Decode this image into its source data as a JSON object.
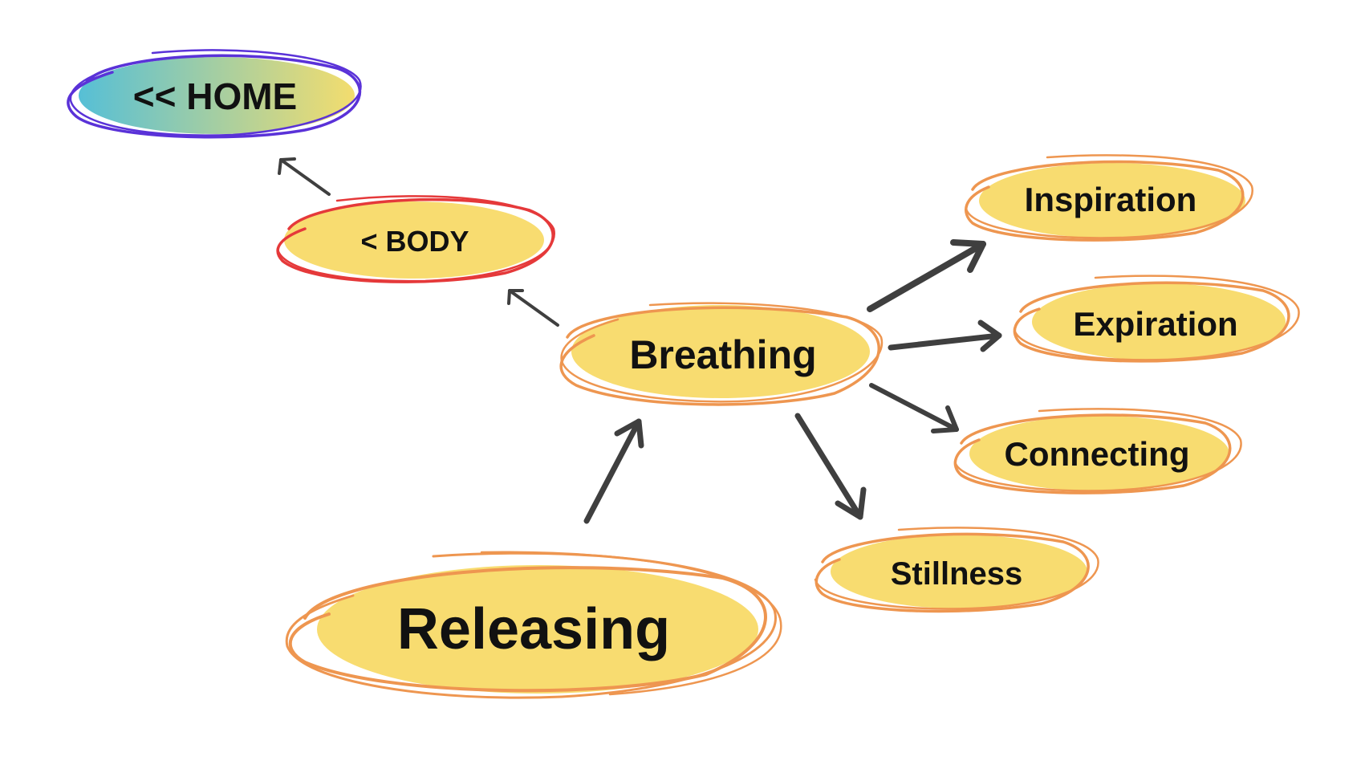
{
  "colors": {
    "node_fill": "#F8DC70",
    "node_outline": "#EE9650",
    "body_outline": "#E5393A",
    "home_outline": "#5A32D8",
    "home_gradient_start": "#56BFD6",
    "home_gradient_end": "#F3DD6E",
    "arrow": "#3F3F3F",
    "text": "#111111"
  },
  "nav": {
    "home_label": "<< HOME",
    "body_label": "< BODY"
  },
  "topics": {
    "center": "Breathing",
    "inspiration": "Inspiration",
    "expiration": "Expiration",
    "connecting": "Connecting",
    "stillness": "Stillness",
    "releasing": "Releasing"
  }
}
